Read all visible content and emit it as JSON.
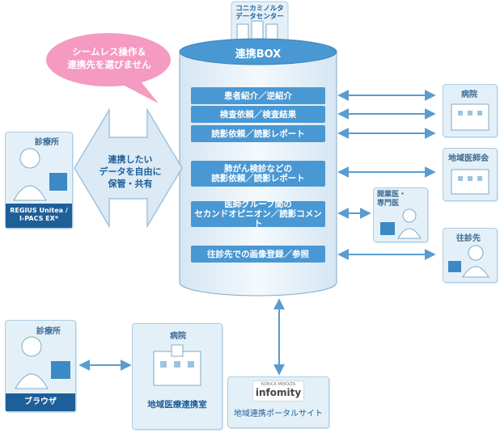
{
  "datacenter_label": "コニカミノルタ\nデータセンター",
  "speech_bubble": "シームレス操作＆\n連携先を選びません",
  "center_box": {
    "title": "連携BOX",
    "items": [
      "患者紹介／逆紹介",
      "検査依頼／検査結果",
      "読影依頼／読影レポート",
      "肺がん検診などの\n読影依頼／読影レポート",
      "医師グループ間の\nセカンドオピニオン／読影コメント",
      "往診先での画像登録／参照"
    ]
  },
  "arrow_shape_text": "連携したい\nデータを自由に\n保管・共有",
  "clinic_left": {
    "label": "診療所",
    "product": "REGIUS Unitea /\nI-PACS EX*"
  },
  "right_nodes": {
    "hospital": "病院",
    "medical_association": "地域医師会",
    "practitioner": "開業医・\n専門医",
    "home_visit": "往診先"
  },
  "clinic_bottom": {
    "label": "診療所",
    "browser": "ブラウザ"
  },
  "hospital_bottom": {
    "label": "病院",
    "room": "地域医療連携室"
  },
  "portal": {
    "logo": "infomity",
    "logo_small": "KONICA MINOLTA",
    "site": "地域連携ポータルサイト"
  },
  "colors": {
    "cylinder": "#e9f2f9",
    "cylinder_top": "#4a98d3",
    "bar": "#4a98d3",
    "bubble": "#f59ac0",
    "card_bg": "#e4f0f8",
    "arrow": "#5a9ccf",
    "accent_text": "#1f5f99"
  }
}
